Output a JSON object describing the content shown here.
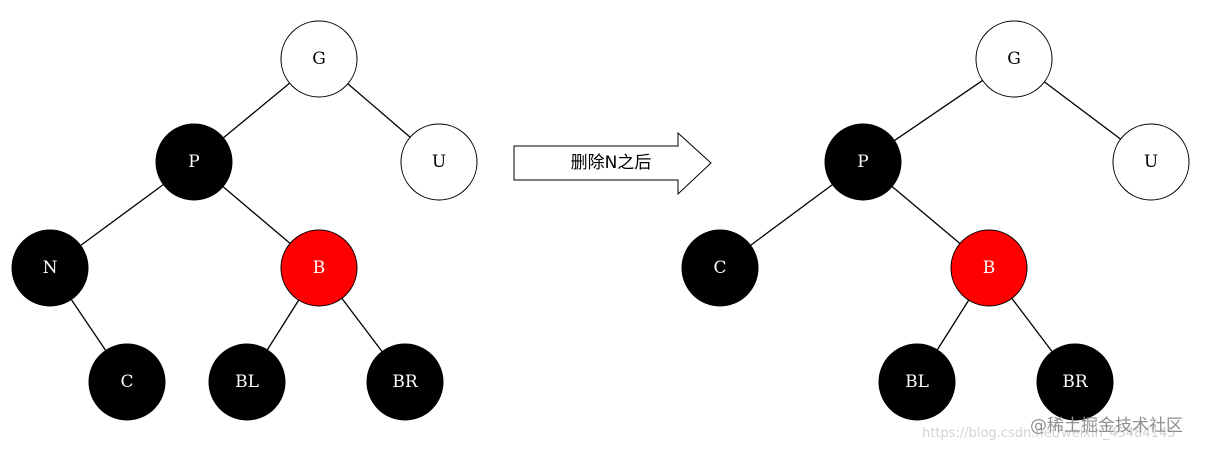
{
  "colors": {
    "black_node": "#000000",
    "red_node": "#ff0000",
    "white_node": "#ffffff",
    "outline": "#000000",
    "edge": "#000000"
  },
  "trees": {
    "before": {
      "nodes": [
        {
          "id": "G",
          "label": "G",
          "color": "white"
        },
        {
          "id": "U",
          "label": "U",
          "color": "white"
        },
        {
          "id": "P",
          "label": "P",
          "color": "black"
        },
        {
          "id": "N",
          "label": "N",
          "color": "black"
        },
        {
          "id": "B",
          "label": "B",
          "color": "red"
        },
        {
          "id": "C",
          "label": "C",
          "color": "black"
        },
        {
          "id": "BL",
          "label": "BL",
          "color": "black"
        },
        {
          "id": "BR",
          "label": "BR",
          "color": "black"
        }
      ],
      "edges": [
        [
          "G",
          "P"
        ],
        [
          "G",
          "U"
        ],
        [
          "P",
          "N"
        ],
        [
          "P",
          "B"
        ],
        [
          "N",
          "C"
        ],
        [
          "B",
          "BL"
        ],
        [
          "B",
          "BR"
        ]
      ]
    },
    "after": {
      "nodes": [
        {
          "id": "G",
          "label": "G",
          "color": "white"
        },
        {
          "id": "U",
          "label": "U",
          "color": "white"
        },
        {
          "id": "P",
          "label": "P",
          "color": "black"
        },
        {
          "id": "C",
          "label": "C",
          "color": "black"
        },
        {
          "id": "B",
          "label": "B",
          "color": "red"
        },
        {
          "id": "BL",
          "label": "BL",
          "color": "black"
        },
        {
          "id": "BR",
          "label": "BR",
          "color": "black"
        }
      ],
      "edges": [
        [
          "G",
          "P"
        ],
        [
          "G",
          "U"
        ],
        [
          "P",
          "C"
        ],
        [
          "P",
          "B"
        ],
        [
          "B",
          "BL"
        ],
        [
          "B",
          "BR"
        ]
      ]
    }
  },
  "arrow": {
    "label": "删除N之后"
  },
  "watermark": {
    "brand": "@稀土掘金技术社区",
    "url": "https://blog.csdn.net/weixin_45484145"
  }
}
